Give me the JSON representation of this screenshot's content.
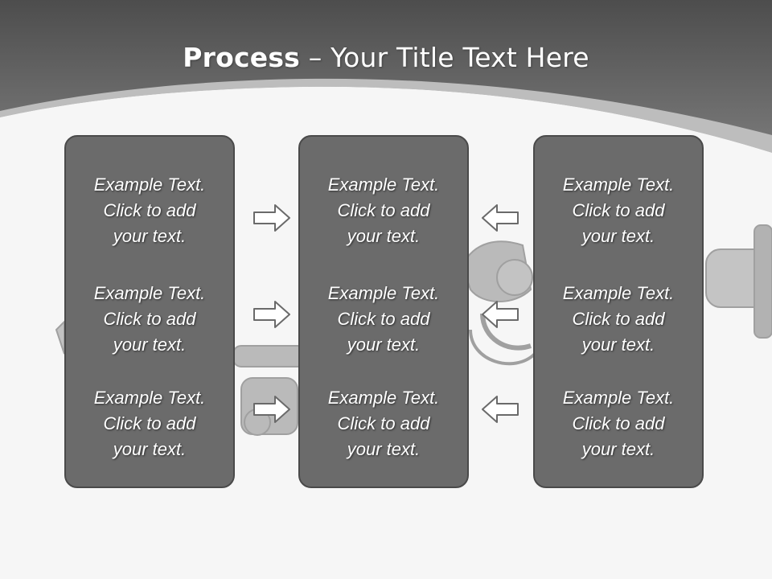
{
  "slide": {
    "title_bold": "Process",
    "title_rest": "– Your Title Text Here"
  },
  "columns": [
    {
      "blocks": [
        {
          "lines": [
            "Example Text.",
            "Click  to add",
            "your text."
          ]
        },
        {
          "lines": [
            "Example Text.",
            "Click  to add",
            "your text."
          ]
        },
        {
          "lines": [
            "Example Text.",
            "Click  to add",
            "your text."
          ]
        }
      ]
    },
    {
      "blocks": [
        {
          "lines": [
            "Example Text.",
            "Click  to add",
            "your text."
          ]
        },
        {
          "lines": [
            "Example Text.",
            "Click  to add",
            "your text."
          ]
        },
        {
          "lines": [
            "Example Text.",
            "Click  to add",
            "your text."
          ]
        }
      ]
    },
    {
      "blocks": [
        {
          "lines": [
            "Example Text.",
            "Click  to add",
            "your text."
          ]
        },
        {
          "lines": [
            "Example Text.",
            "Click  to add",
            "your text."
          ]
        },
        {
          "lines": [
            "Example Text.",
            "Click  to add",
            "your text."
          ]
        }
      ]
    }
  ],
  "arrows": {
    "left_side": "right-arrow-icon",
    "right_side": "left-arrow-icon"
  },
  "colors": {
    "header": "#6e6e6e",
    "box_fill": "#6b6b6b",
    "box_border": "#4a4a4a",
    "background": "#f6f6f6"
  }
}
